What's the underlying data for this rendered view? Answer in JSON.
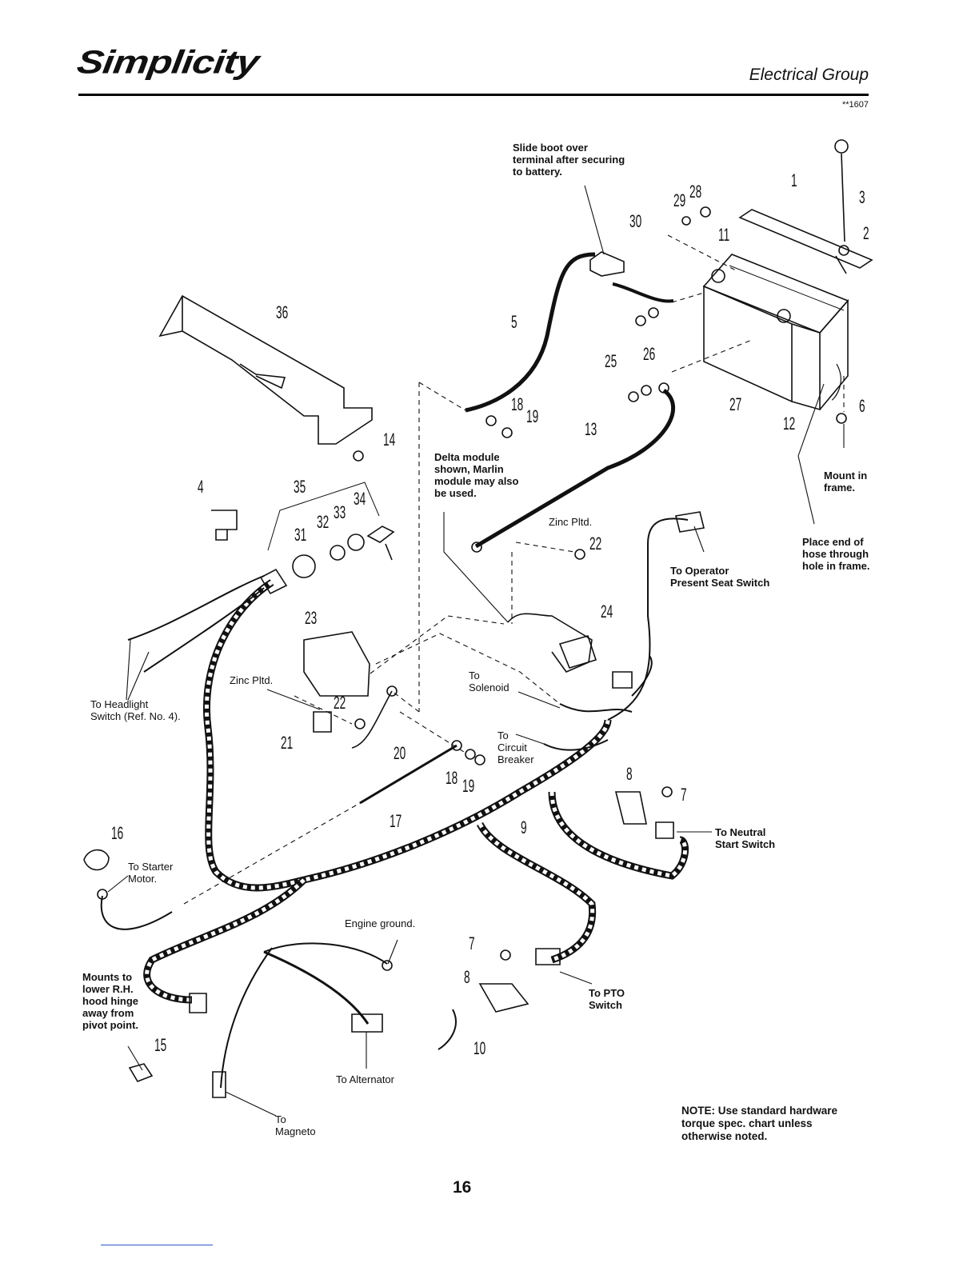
{
  "header": {
    "brand": "Simplicity",
    "section": "Electrical Group",
    "code": "**1607"
  },
  "callouts": {
    "slide_boot": "Slide boot over\nterminal after securing\nto battery.",
    "delta_module": "Delta module\nshown, Marlin\nmodule may also\nbe used.",
    "zinc_pltd_upper": "Zinc Pltd.",
    "zinc_pltd_lower": "Zinc Pltd.",
    "mount_in_frame": "Mount in\nframe.",
    "place_hose": "Place end of\nhose through\nhole in frame.",
    "to_operator": "To Operator\nPresent Seat Switch",
    "to_headlight": "To Headlight\nSwitch (Ref. No. 4).",
    "to_solenoid": "To\nSolenoid",
    "to_circuit_breaker": "To\nCircuit\nBreaker",
    "to_neutral": "To Neutral\nStart Switch",
    "to_starter": "To Starter\nMotor.",
    "engine_ground": "Engine ground.",
    "mounts_to": "Mounts to\nlower R.H.\nhood hinge\naway from\npivot point.",
    "to_pto": "To PTO\nSwitch",
    "to_alternator": "To Alternator",
    "to_magneto": "To\nMagneto"
  },
  "ref_numbers": {
    "n1": "1",
    "n2": "2",
    "n3": "3",
    "n4": "4",
    "n5": "5",
    "n6": "6",
    "n7a": "7",
    "n7b": "7",
    "n8a": "8",
    "n8b": "8",
    "n9": "9",
    "n10": "10",
    "n11": "11",
    "n12": "12",
    "n13": "13",
    "n14": "14",
    "n15": "15",
    "n16": "16",
    "n17": "17",
    "n18a": "18",
    "n19a": "19",
    "n18b": "18",
    "n19b": "19",
    "n20": "20",
    "n21": "21",
    "n22a": "22",
    "n22b": "22",
    "n23": "23",
    "n24": "24",
    "n25": "25",
    "n26": "26",
    "n27": "27",
    "n28": "28",
    "n29": "29",
    "n30": "30",
    "n31": "31",
    "n32": "32",
    "n33": "33",
    "n34": "34",
    "n35": "35",
    "n36": "36"
  },
  "note": "NOTE: Use standard hardware\ntorque spec. chart unless\n otherwise noted.",
  "page_number": "16"
}
